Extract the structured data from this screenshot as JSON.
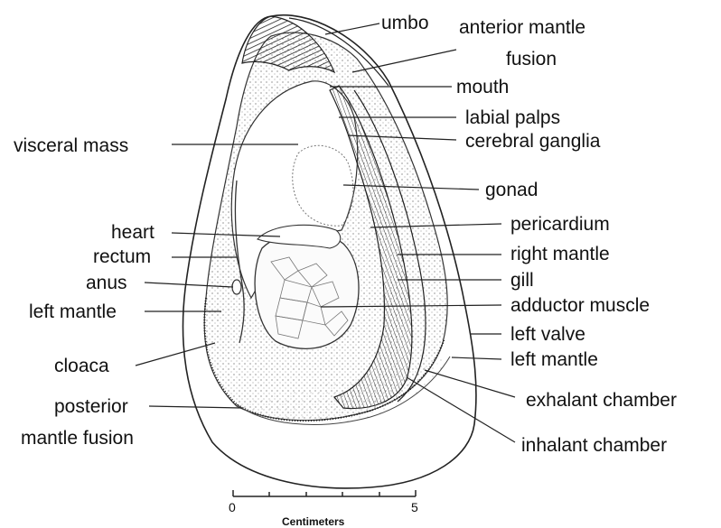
{
  "labels": {
    "umbo": "umbo",
    "anterior_mantle_fusion_1": "anterior mantle",
    "anterior_mantle_fusion_2": "fusion",
    "mouth": "mouth",
    "labial_palps": "labial palps",
    "cerebral_ganglia": "cerebral ganglia",
    "visceral_mass": "visceral mass",
    "gonad": "gonad",
    "heart": "heart",
    "pericardium": "pericardium",
    "rectum": "rectum",
    "right_mantle": "right mantle",
    "anus": "anus",
    "gill": "gill",
    "left_mantle_left": "left mantle",
    "adductor_muscle": "adductor muscle",
    "left_valve": "left valve",
    "cloaca": "cloaca",
    "left_mantle_right": "left mantle",
    "posterior_mantle_fusion_1": "posterior",
    "posterior_mantle_fusion_2": "mantle fusion",
    "exhalant_chamber": "exhalant chamber",
    "inhalant_chamber": "inhalant chamber"
  },
  "scale_bar": {
    "min_label": "0",
    "max_label": "5",
    "unit_label": "Centimeters"
  }
}
